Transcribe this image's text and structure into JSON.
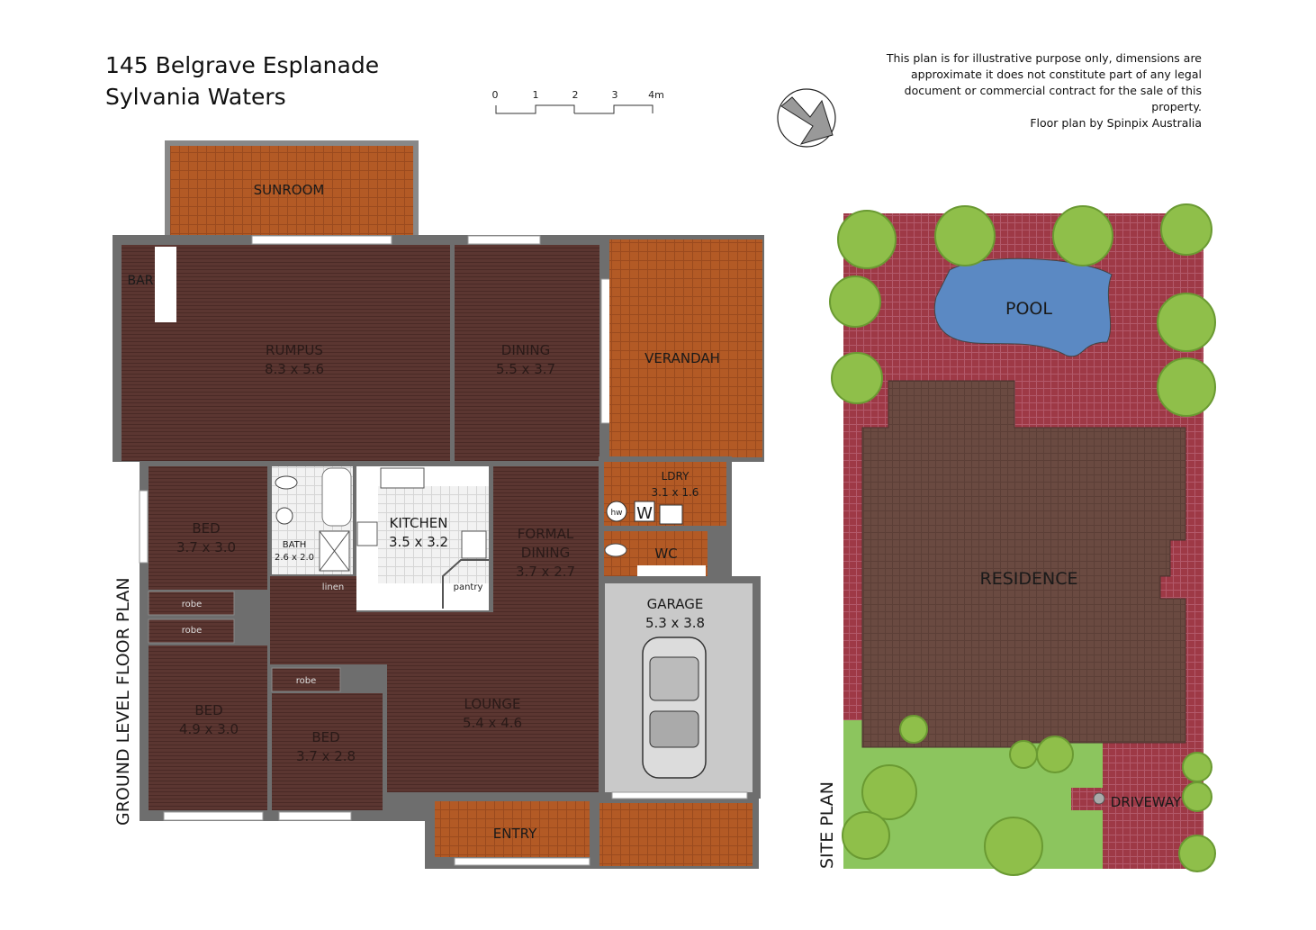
{
  "header": {
    "address_line1": "145 Belgrave Esplanade",
    "address_line2": "Sylvania Waters"
  },
  "disclaimer": [
    "This plan is for illustrative purpose only, dimensions are",
    "approximate it does not constitute part of any legal",
    "document or commercial contract for the sale of this",
    "property.",
    "Floor plan by Spinpix Australia"
  ],
  "scale_bar": {
    "ticks": [
      "0",
      "1",
      "2",
      "3",
      "4m"
    ]
  },
  "compass": {
    "icon": "north-arrow-icon"
  },
  "floor_plan": {
    "title": "GROUND LEVEL FLOOR PLAN",
    "rooms": {
      "sunroom": {
        "name": "SUNROOM"
      },
      "bar": {
        "name": "BAR"
      },
      "rumpus": {
        "name": "RUMPUS",
        "dims": "8.3 x 5.6"
      },
      "dining": {
        "name": "DINING",
        "dims": "5.5 x 3.7"
      },
      "verandah": {
        "name": "VERANDAH"
      },
      "bed1": {
        "name": "BED",
        "dims": "3.7 x 3.0"
      },
      "bath": {
        "name": "BATH",
        "dims": "2.6 x 2.0"
      },
      "kitchen": {
        "name": "KITCHEN",
        "dims": "3.5 x 3.2"
      },
      "pantry": {
        "name": "pantry"
      },
      "linen": {
        "name": "linen"
      },
      "formal_dining": {
        "name1": "FORMAL",
        "name2": "DINING",
        "dims": "3.7 x 2.7"
      },
      "ldry": {
        "name": "LDRY",
        "dims": "3.1 x 1.6",
        "hw": "hw",
        "w": "W"
      },
      "wc": {
        "name": "WC"
      },
      "robe1": {
        "name": "robe"
      },
      "robe2": {
        "name": "robe"
      },
      "robe3": {
        "name": "robe"
      },
      "garage": {
        "name": "GARAGE",
        "dims": "5.3 x 3.8"
      },
      "bed2": {
        "name": "BED",
        "dims": "4.9 x 3.0"
      },
      "bed3": {
        "name": "BED",
        "dims": "3.7 x 2.8"
      },
      "lounge": {
        "name": "LOUNGE",
        "dims": "5.4 x 4.6"
      },
      "entry": {
        "name": "ENTRY"
      }
    }
  },
  "site_plan": {
    "title": "SITE PLAN",
    "pool": "POOL",
    "residence": "RESIDENCE",
    "driveway": "DRIVEWAY"
  },
  "colors": {
    "timber": "#5b3631",
    "terracotta": "#b35a25",
    "wall": "#6e6e6e",
    "garage": "#c9c9c9",
    "tile": "#eeeeee",
    "paving": "#9e3946",
    "pool": "#5b89c3",
    "residence": "#6a4a41",
    "lawn": "#8cc55e",
    "tree": "#8fbf4a"
  }
}
